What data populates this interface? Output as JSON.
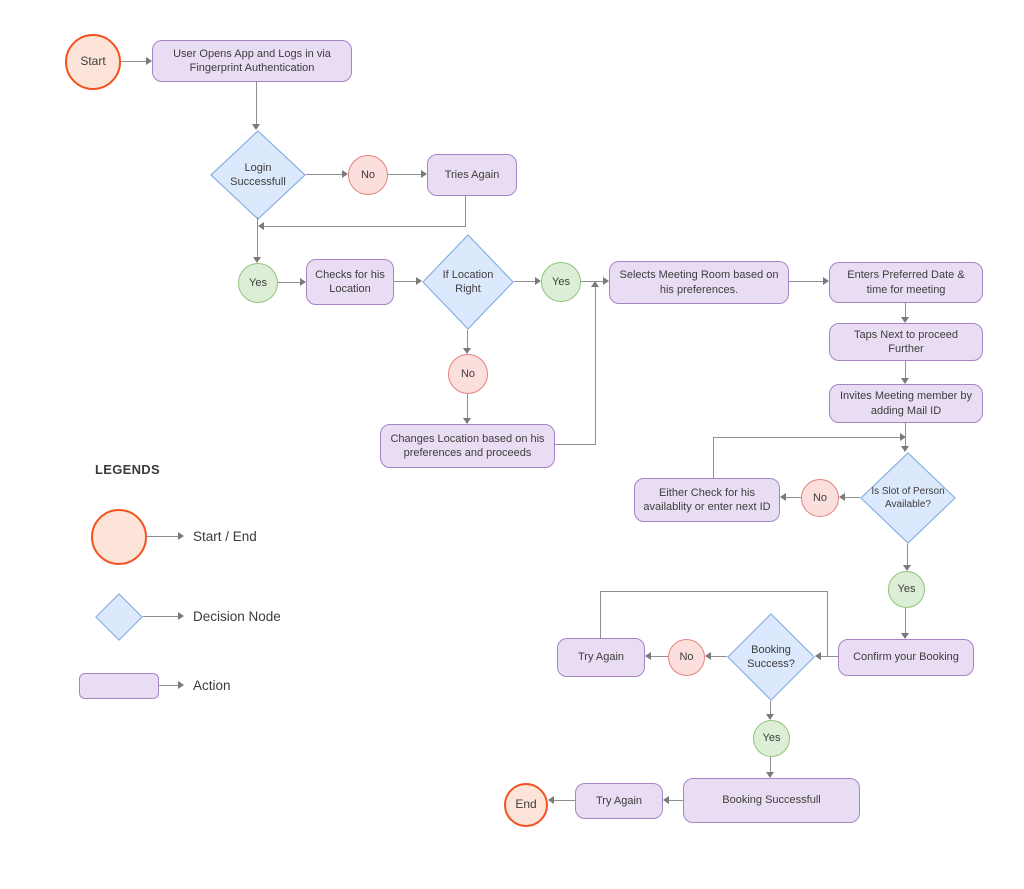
{
  "flowchart": {
    "nodes": {
      "start": "Start",
      "open_app": "User Opens App and Logs in via Fingerprint Authentication",
      "login_successful": "Login Successfull",
      "no_login": "No",
      "tries_again": "Tries Again",
      "yes_login": "Yes",
      "checks_location": "Checks for his Location",
      "location_right": "If Location Right",
      "yes_location": "Yes",
      "no_location": "No",
      "changes_location": "Changes Location based on his preferences and proceeds",
      "selects_room": "Selects Meeting Room based on his preferences.",
      "enters_date": "Enters Preferred Date & time for meeting",
      "taps_next": "Taps Next to proceed Further",
      "invites_member": "Invites Meeting member by adding Mail ID",
      "slot_available": "Is Slot of Person Available?",
      "no_slot": "No",
      "either_check": "Either Check for his availablity or enter next ID",
      "yes_slot": "Yes",
      "confirm_booking": "Confirm your Booking",
      "booking_success": "Booking Success?",
      "no_booking": "No",
      "try_again_booking": "Try Again",
      "yes_booking": "Yes",
      "booking_successful": "Booking Successfull",
      "try_again_end": "Try Again",
      "end": "End"
    },
    "legend": {
      "heading": "LEGENDS",
      "items": [
        {
          "shape": "start-end-circle",
          "label": "Start / End"
        },
        {
          "shape": "decision-diamond",
          "label": "Decision Node"
        },
        {
          "shape": "action-rect",
          "label": "Action"
        }
      ]
    },
    "colors": {
      "action_fill": "#e9ddf3",
      "action_border": "#a685c6",
      "decision_fill": "#dce8fb",
      "decision_border": "#8ab0e2",
      "terminal_fill": "#fde4d9",
      "terminal_border": "#f4511e",
      "yes_fill": "#ddeed6",
      "yes_border": "#90c47e",
      "no_fill": "#fbdfdd",
      "no_border": "#e4837d",
      "connector": "#8f8f8f",
      "text": "#3d3d3d"
    }
  }
}
